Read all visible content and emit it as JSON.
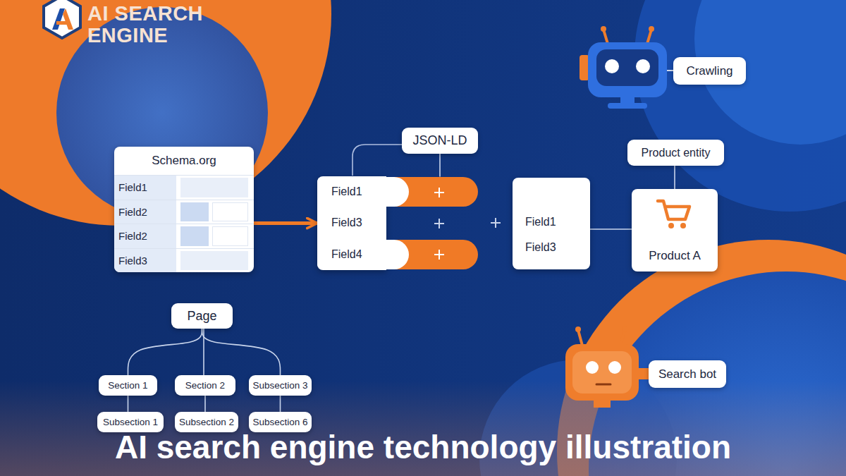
{
  "diagram": {
    "title": "AI SEARCH ENGINE",
    "caption": "AI search engine technology illustration",
    "nodes": [
      {
        "text": [
          "Schema.org",
          "Field1",
          "Field2",
          "Field2",
          "Field3"
        ]
      },
      {
        "text": [
          "JSON-LD"
        ]
      },
      {
        "text": [
          "Field1",
          "Field3",
          "Field4"
        ]
      },
      {
        "text": [
          "Field1",
          "Field3"
        ]
      },
      {
        "text": [
          "Product entity"
        ]
      },
      {
        "text": [
          "Product A"
        ]
      },
      {
        "text": [
          "Crawling"
        ]
      },
      {
        "text": [
          "Search bot"
        ]
      },
      {
        "text": [
          "Page"
        ]
      },
      {
        "text": [
          "Section 1"
        ]
      },
      {
        "text": [
          "Section 2"
        ]
      },
      {
        "text": [
          "Subsection 3"
        ]
      },
      {
        "text": [
          "Subsection 1"
        ]
      },
      {
        "text": [
          "Subsection 2"
        ]
      },
      {
        "text": [
          "Subsection 6"
        ]
      }
    ],
    "edges": [
      {
        "from": 0,
        "to": 2,
        "arrow": "to"
      },
      {
        "from": 1,
        "to": 2,
        "arrow": "none"
      },
      {
        "from": 3,
        "to": 5,
        "arrow": "none"
      },
      {
        "from": 4,
        "to": 5,
        "arrow": "none"
      },
      {
        "from": 8,
        "to": 9,
        "arrow": "none"
      },
      {
        "from": 8,
        "to": 10,
        "arrow": "none"
      },
      {
        "from": 8,
        "to": 11,
        "arrow": "none"
      },
      {
        "from": 9,
        "to": 12,
        "arrow": "none"
      },
      {
        "from": 10,
        "to": 13,
        "arrow": "none"
      },
      {
        "from": 11,
        "to": 14,
        "arrow": "none"
      }
    ]
  }
}
